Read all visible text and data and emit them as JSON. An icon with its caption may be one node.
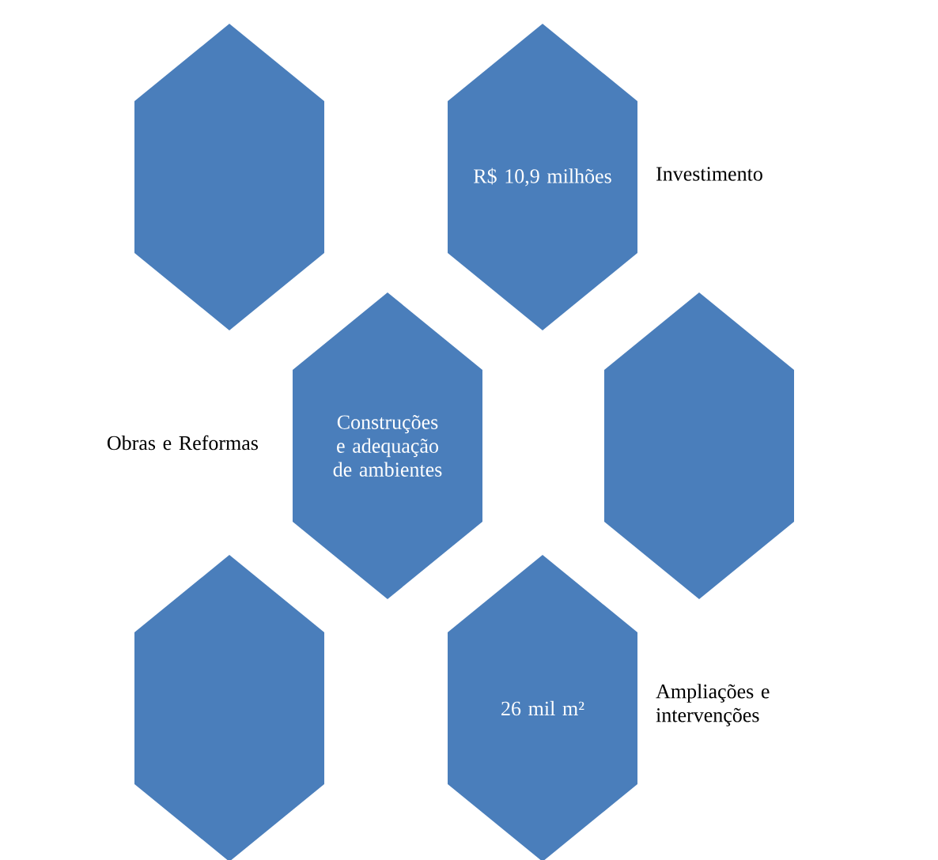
{
  "diagram": {
    "nodes": [
      {
        "text": [],
        "shape": "hexagon"
      },
      {
        "text": [
          "R$ 10,9 milhões"
        ],
        "beside": [
          "Investimento"
        ]
      },
      {
        "text": [
          "Construções e adequação de ambientes"
        ],
        "beside": [
          "Obras e Reformas"
        ]
      },
      {
        "text": [],
        "shape": "hexagon"
      },
      {
        "text": [],
        "shape": "hexagon"
      },
      {
        "text": [
          "26 mil m²"
        ],
        "beside": [
          "Ampliações e intervenções"
        ]
      }
    ]
  }
}
